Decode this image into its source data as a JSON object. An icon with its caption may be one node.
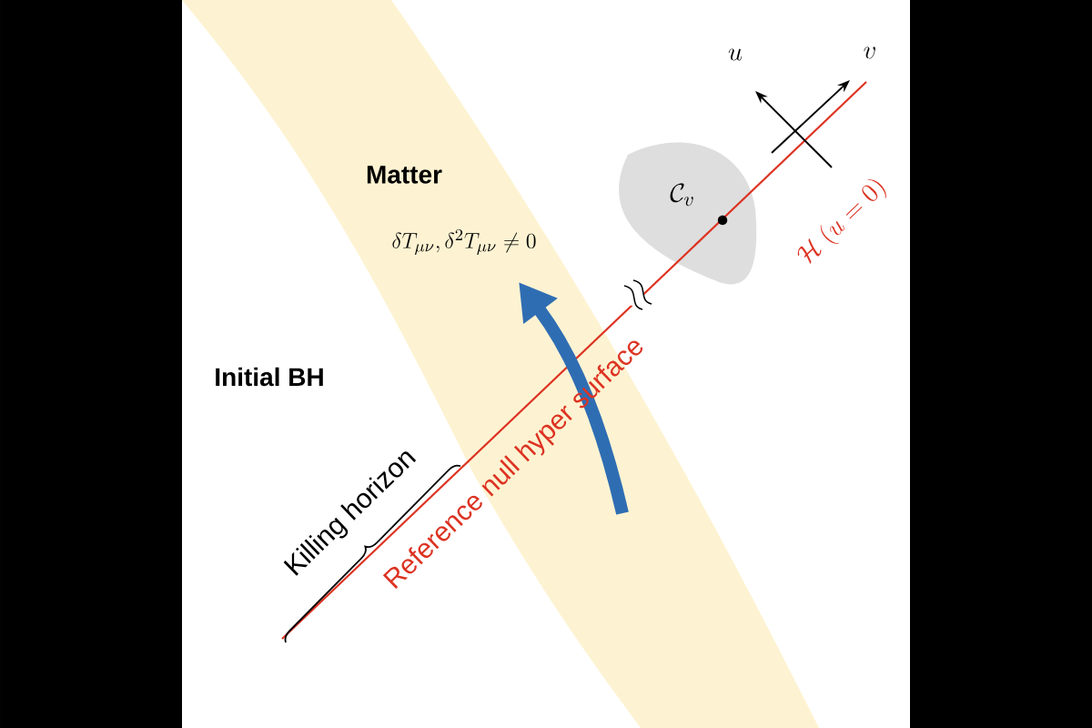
{
  "diagram": {
    "labels": [
      "Matter",
      "\\delta T_{\\mu\\nu}, \\delta^2 T_{\\mu\\nu} \\neq 0",
      "Initial BH",
      "Killing horizon",
      "Reference null hyper surface",
      "\\mathcal{H}\\ (u=0)",
      "u",
      "v",
      "\\mathcal{C}_v"
    ]
  }
}
